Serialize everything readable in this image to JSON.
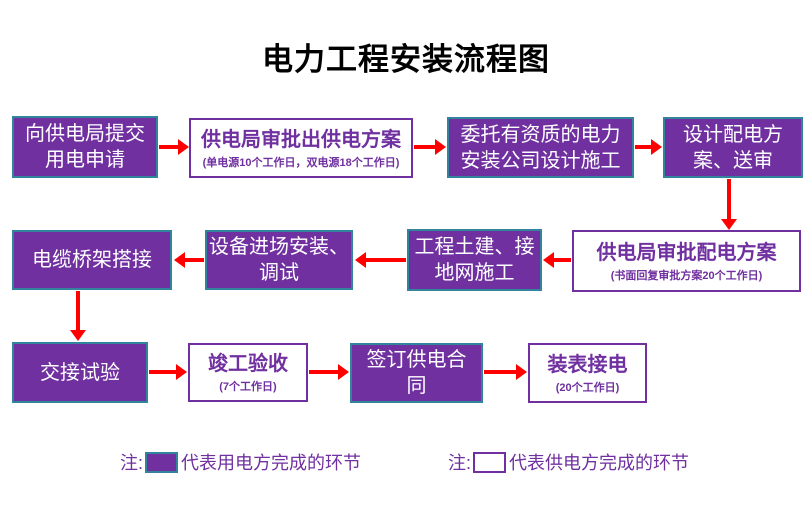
{
  "title": "电力工程安装流程图",
  "colors": {
    "consumer_fill": "#7030A0",
    "consumer_border": "#31849B",
    "supplier_border": "#7030A0",
    "arrow": "#FF0000",
    "title_text": "#000000",
    "legend_text": "#7030A0"
  },
  "flow": {
    "boxes": [
      {
        "id": "submit-application",
        "type": "consumer",
        "title": "向供电局提交\n用电申请"
      },
      {
        "id": "supply-plan-approval",
        "type": "supplier",
        "title": "供电局审批出供电方案",
        "subtitle": "(单电源10个工作日，双电源18个工作日)"
      },
      {
        "id": "entrust-company",
        "type": "consumer",
        "title": "委托有资质的电力\n安装公司设计施工"
      },
      {
        "id": "design-plan",
        "type": "consumer",
        "title": "设计配电方\n案、送审"
      },
      {
        "id": "distribution-approval",
        "type": "supplier",
        "title": "供电局审批配电方案",
        "subtitle": "(书面回复审批方案20个工作日)"
      },
      {
        "id": "civil-works",
        "type": "consumer",
        "title": "工程土建、接\n地网施工"
      },
      {
        "id": "equipment-install",
        "type": "consumer",
        "title": "设备进场安装、\n调试"
      },
      {
        "id": "cable-tray",
        "type": "consumer",
        "title": "电缆桥架搭接"
      },
      {
        "id": "handover-test",
        "type": "consumer",
        "title": "交接试验"
      },
      {
        "id": "completion-acceptance",
        "type": "supplier",
        "title": "竣工验收",
        "subtitle": "(7个工作日)"
      },
      {
        "id": "sign-contract",
        "type": "consumer",
        "title": "签订供电合\n同"
      },
      {
        "id": "meter-connection",
        "type": "supplier",
        "title": "装表接电",
        "subtitle": "(20个工作日)"
      }
    ]
  },
  "legend": {
    "items": [
      {
        "prefix": "注:",
        "label": "代表用电方完成的环节",
        "swatch": "filled"
      },
      {
        "prefix": "注:",
        "label": "代表供电方完成的环节",
        "swatch": "outline"
      }
    ]
  }
}
